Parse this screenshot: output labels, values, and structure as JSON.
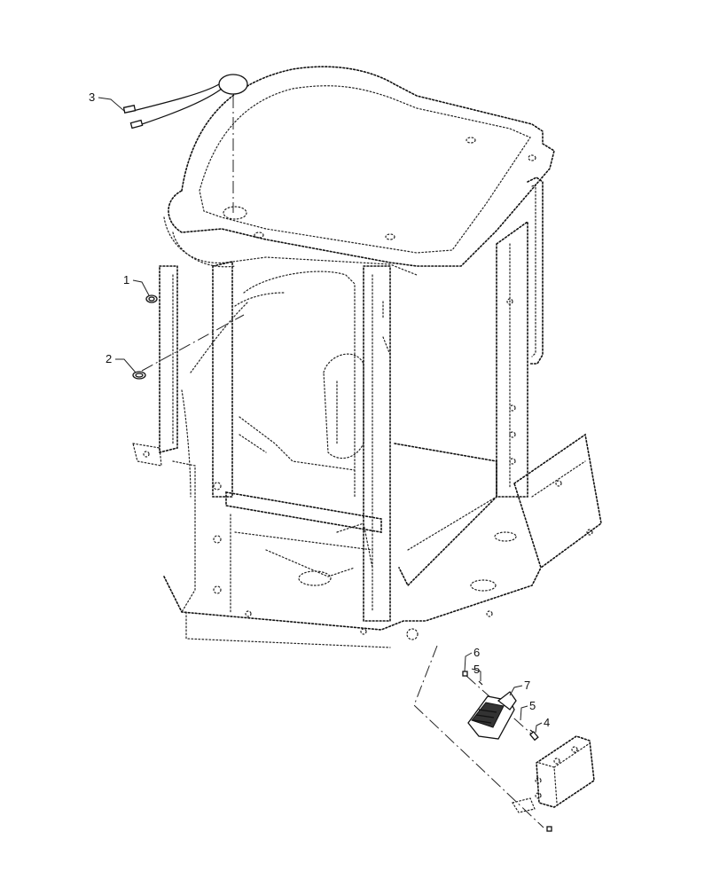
{
  "diagram": {
    "callouts": [
      {
        "id": "c1",
        "label": "1"
      },
      {
        "id": "c2",
        "label": "2"
      },
      {
        "id": "c3",
        "label": "3"
      },
      {
        "id": "c4",
        "label": "4"
      },
      {
        "id": "c5a",
        "label": "5"
      },
      {
        "id": "c5b",
        "label": "5"
      },
      {
        "id": "c6",
        "label": "6"
      },
      {
        "id": "c7",
        "label": "7"
      }
    ],
    "style": {
      "line_color": "#111111",
      "background": "#ffffff"
    }
  }
}
